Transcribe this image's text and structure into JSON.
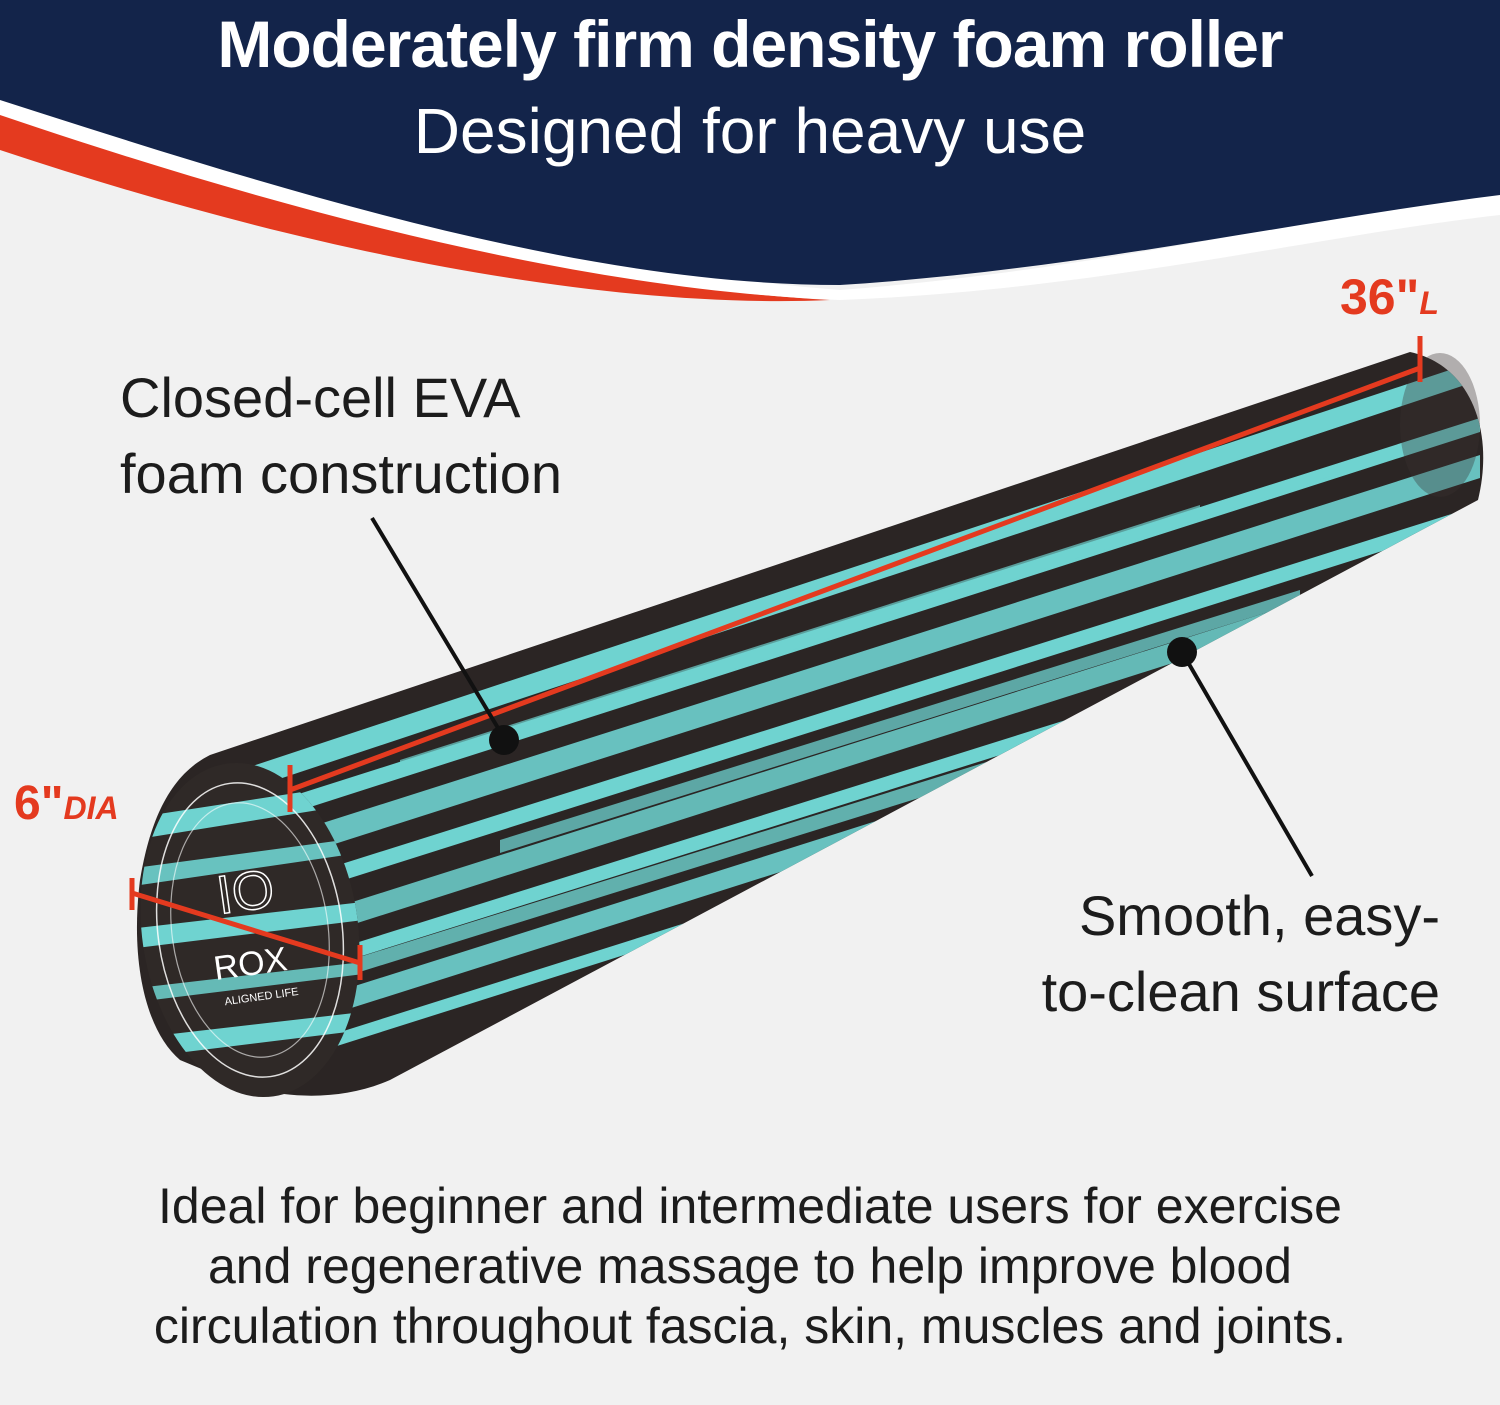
{
  "header": {
    "headline": "Moderately firm density foam roller",
    "subheadline": "Designed for heavy use"
  },
  "dimensions": {
    "length_value": "36\"",
    "length_unit": "L",
    "diameter_value": "6\"",
    "diameter_unit": "DIA"
  },
  "callouts": {
    "material_line1": "Closed-cell EVA",
    "material_line2": "foam construction",
    "surface_line1": "Smooth, easy-",
    "surface_line2": "to-clean surface"
  },
  "product": {
    "logo_mark": "IO",
    "logo_brand": "ROX",
    "logo_tagline": "ALIGNED LIFE"
  },
  "description": {
    "line1": "Ideal for beginner and intermediate users for exercise",
    "line2": "and regenerative massage to help improve blood",
    "line3": "circulation throughout fascia, skin, muscles and joints."
  },
  "colors": {
    "navy": "#13244a",
    "accent_red": "#e43a1f",
    "foam_teal": "#6fd3d0",
    "foam_dark": "#2b2524",
    "background": "#f1f1f1"
  }
}
